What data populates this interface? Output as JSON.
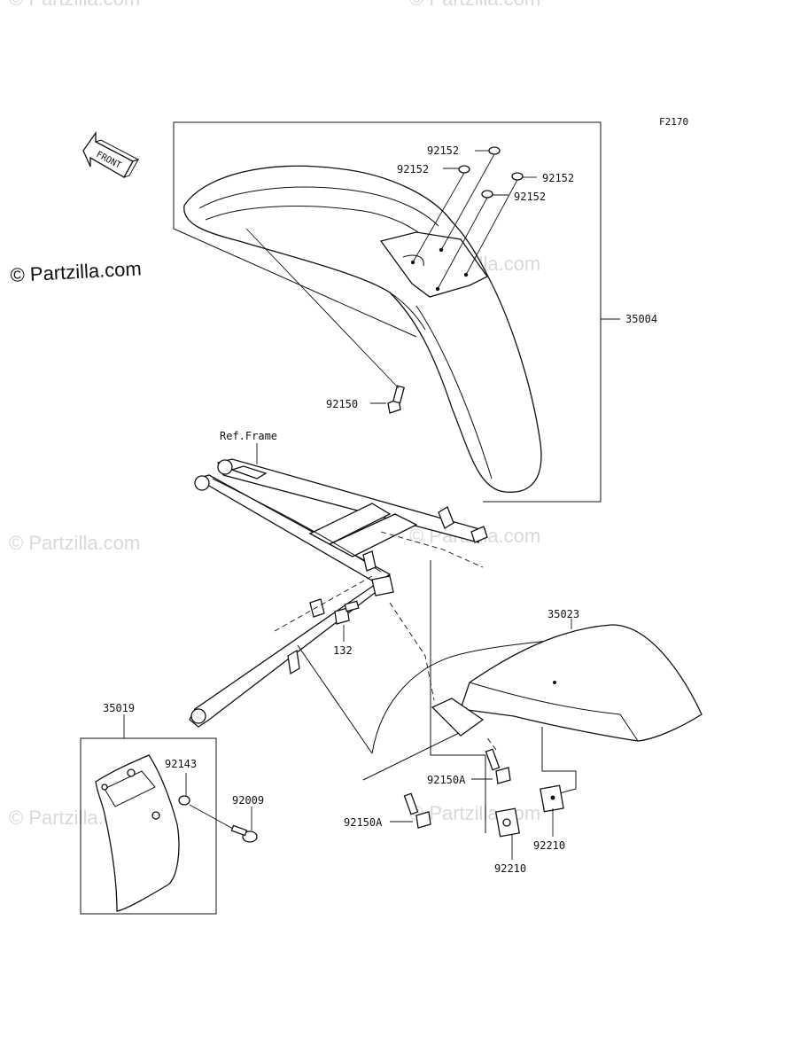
{
  "figure_code": "F2170",
  "brand_mark": "© Partzilla.com",
  "watermark": "© Partzilla.com",
  "front_arrow": "FRONT",
  "ref_frame": "Ref.Frame",
  "parts": {
    "p92152_a": "92152",
    "p92152_b": "92152",
    "p92152_c": "92152",
    "p92152_d": "92152",
    "p35004": "35004",
    "p92150": "92150",
    "p132": "132",
    "p35023": "35023",
    "p35019": "35019",
    "p92143": "92143",
    "p92009": "92009",
    "p92150A_a": "92150A",
    "p92150A_b": "92150A",
    "p92210_a": "92210",
    "p92210_b": "92210"
  }
}
